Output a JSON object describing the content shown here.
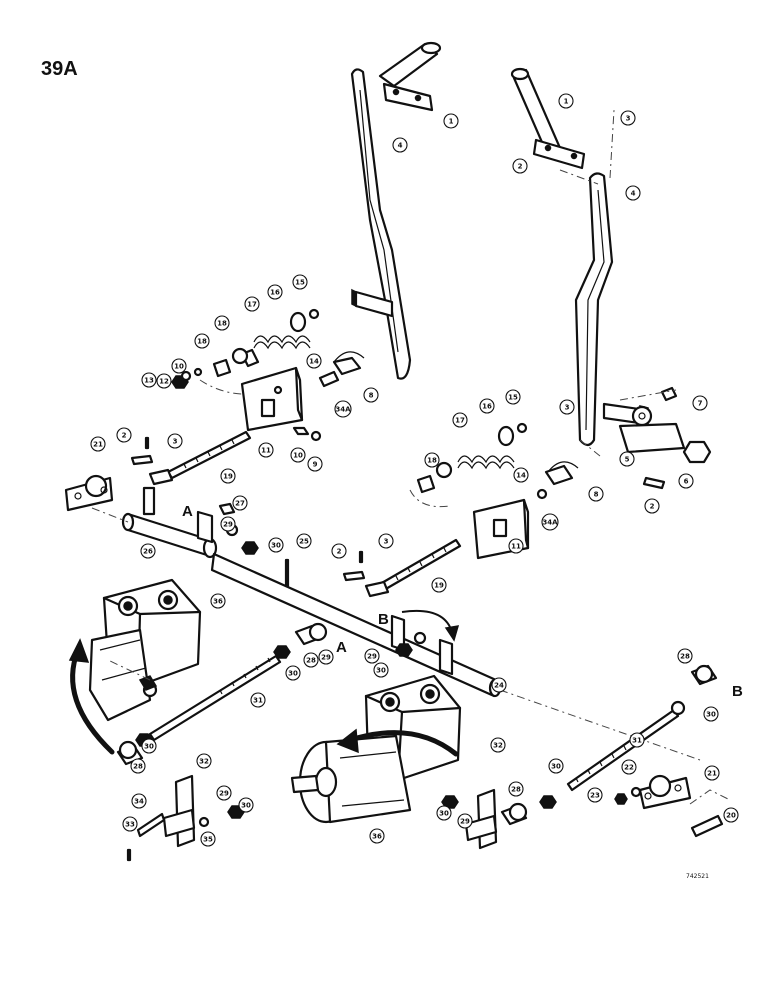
{
  "page": {
    "title": "39A"
  },
  "ref_letters": {
    "a_left": "A",
    "a_right": "A",
    "b_center": "B",
    "b_right": "B"
  },
  "drawing_code": "742521",
  "callouts": [
    {
      "id": "c1",
      "label": "1"
    },
    {
      "id": "c2",
      "label": "1"
    },
    {
      "id": "c3",
      "label": "3"
    },
    {
      "id": "c4",
      "label": "2"
    },
    {
      "id": "c5",
      "label": "4"
    },
    {
      "id": "c6",
      "label": "4"
    },
    {
      "id": "c7",
      "label": "15"
    },
    {
      "id": "c8",
      "label": "16"
    },
    {
      "id": "c9",
      "label": "17"
    },
    {
      "id": "c10",
      "label": "18"
    },
    {
      "id": "c11",
      "label": "18"
    },
    {
      "id": "c12",
      "label": "13"
    },
    {
      "id": "c13",
      "label": "12"
    },
    {
      "id": "c14",
      "label": "10"
    },
    {
      "id": "c15",
      "label": "14"
    },
    {
      "id": "c16",
      "label": "34A"
    },
    {
      "id": "c17",
      "label": "8"
    },
    {
      "id": "c18",
      "label": "11"
    },
    {
      "id": "c19",
      "label": "10"
    },
    {
      "id": "c20",
      "label": "9"
    },
    {
      "id": "c21",
      "label": "21"
    },
    {
      "id": "c22",
      "label": "2"
    },
    {
      "id": "c23",
      "label": "3"
    },
    {
      "id": "c24",
      "label": "19"
    },
    {
      "id": "c25",
      "label": "7"
    },
    {
      "id": "c26",
      "label": "3"
    },
    {
      "id": "c27",
      "label": "5"
    },
    {
      "id": "c28",
      "label": "6"
    },
    {
      "id": "c29",
      "label": "2"
    },
    {
      "id": "c30",
      "label": "15"
    },
    {
      "id": "c31",
      "label": "16"
    },
    {
      "id": "c32",
      "label": "17"
    },
    {
      "id": "c33",
      "label": "18"
    },
    {
      "id": "c34",
      "label": "14"
    },
    {
      "id": "c35",
      "label": "8"
    },
    {
      "id": "c36",
      "label": "34A"
    },
    {
      "id": "c37",
      "label": "11"
    },
    {
      "id": "c38",
      "label": "27"
    },
    {
      "id": "c39",
      "label": "29"
    },
    {
      "id": "c40",
      "label": "30"
    },
    {
      "id": "c41",
      "label": "26"
    },
    {
      "id": "c42",
      "label": "25"
    },
    {
      "id": "c43",
      "label": "2"
    },
    {
      "id": "c44",
      "label": "3"
    },
    {
      "id": "c45",
      "label": "19"
    },
    {
      "id": "c46",
      "label": "36"
    },
    {
      "id": "c47",
      "label": "28"
    },
    {
      "id": "c48",
      "label": "30"
    },
    {
      "id": "c49",
      "label": "29"
    },
    {
      "id": "c50",
      "label": "29"
    },
    {
      "id": "c51",
      "label": "30"
    },
    {
      "id": "c52",
      "label": "24"
    },
    {
      "id": "c53",
      "label": "28"
    },
    {
      "id": "c54",
      "label": "30"
    },
    {
      "id": "c55",
      "label": "31"
    },
    {
      "id": "c56",
      "label": "31"
    },
    {
      "id": "c57",
      "label": "30"
    },
    {
      "id": "c58",
      "label": "28"
    },
    {
      "id": "c59",
      "label": "32"
    },
    {
      "id": "c60",
      "label": "32"
    },
    {
      "id": "c61",
      "label": "30"
    },
    {
      "id": "c62",
      "label": "22"
    },
    {
      "id": "c63",
      "label": "21"
    },
    {
      "id": "c64",
      "label": "23"
    },
    {
      "id": "c65",
      "label": "20"
    },
    {
      "id": "c66",
      "label": "29"
    },
    {
      "id": "c67",
      "label": "30"
    },
    {
      "id": "c68",
      "label": "34"
    },
    {
      "id": "c69",
      "label": "33"
    },
    {
      "id": "c70",
      "label": "35"
    },
    {
      "id": "c71",
      "label": "36"
    },
    {
      "id": "c72",
      "label": "30"
    },
    {
      "id": "c73",
      "label": "29"
    },
    {
      "id": "c74",
      "label": "28"
    }
  ]
}
